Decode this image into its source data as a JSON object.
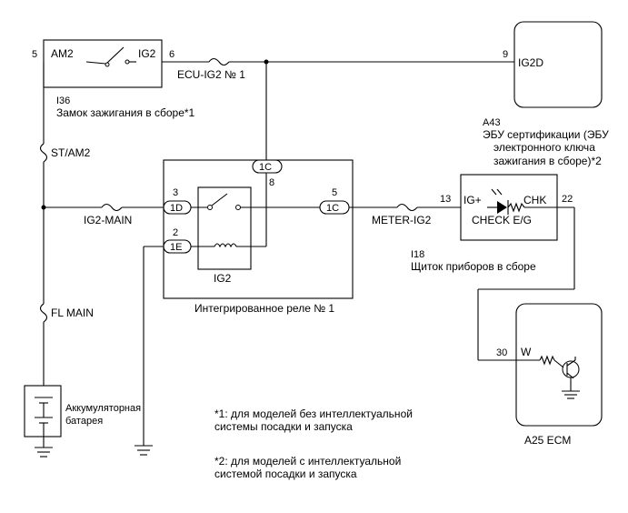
{
  "ignition_switch": {
    "pin_left": "5",
    "pin_right": "6",
    "term_left": "AM2",
    "term_right": "IG2",
    "code": "I36",
    "name": "Замок зажигания в сборе*1"
  },
  "fuses": {
    "ecu_ig2": "ECU-IG2 № 1",
    "st_am2": "ST/AM2",
    "ig2_main": "IG2-MAIN",
    "fl_main": "FL MAIN",
    "meter_ig2": "METER-IG2"
  },
  "cert_ecu": {
    "pin": "9",
    "terminal": "IG2D",
    "code": "A43",
    "name_lines": [
      "ЭБУ сертификации (ЭБУ",
      "электронного ключа",
      "зажигания в сборе)*2"
    ]
  },
  "relay": {
    "connector_top": "1C",
    "pin_top": "8",
    "connector_left_top": "1D",
    "pin_left_top": "3",
    "connector_left_bottom": "1E",
    "pin_left_bottom": "2",
    "connector_right": "1C",
    "pin_right": "5",
    "coil_label": "IG2",
    "name": "Интегрированное реле № 1"
  },
  "meter": {
    "pin_left": "13",
    "pin_right": "22",
    "term_left": "IG+",
    "term_right": "CHK",
    "lamp_label": "CHECK E/G",
    "code": "I18",
    "name": "Щиток приборов в сборе"
  },
  "ecm": {
    "pin": "30",
    "terminal": "W",
    "code_name": "A25  ECM"
  },
  "battery": {
    "label_lines": [
      "Аккумуляторная",
      "батарея"
    ]
  },
  "notes": [
    [
      "*1: для моделей без интеллектуальной",
      "системы посадки и запуска"
    ],
    [
      "*2: для моделей с интеллектуальной",
      "системой посадки и запуска"
    ]
  ]
}
